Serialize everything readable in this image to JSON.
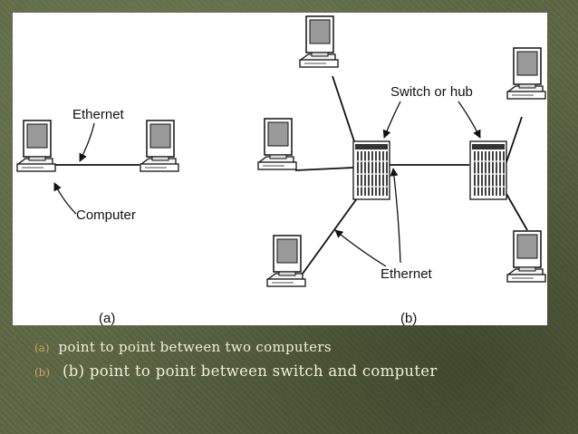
{
  "diagram": {
    "labels": {
      "ethernet_a": "Ethernet",
      "computer_a": "Computer",
      "panel_a": "(a)",
      "switch_or_hub": "Switch or hub",
      "ethernet_b": "Ethernet",
      "panel_b": "(b)"
    },
    "colors": {
      "line": "#111111",
      "panel": "#ffffff"
    }
  },
  "captions": [
    {
      "marker": "(a)",
      "text": "point to point between two computers"
    },
    {
      "marker": "(b)",
      "text": "(b) point to point between switch and computer"
    }
  ]
}
